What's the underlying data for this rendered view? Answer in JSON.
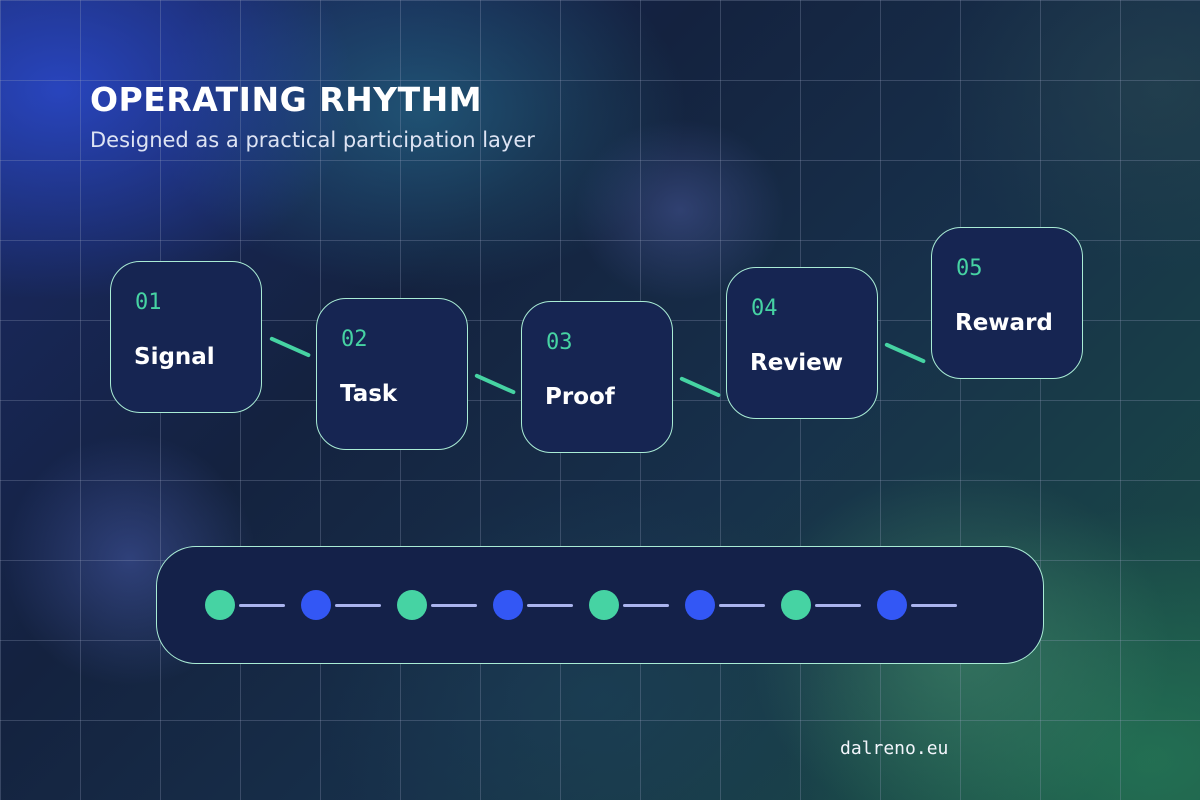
{
  "title": "OPERATING RHYTHM",
  "subtitle": "Designed as a practical participation layer",
  "steps": [
    {
      "number": "01",
      "label": "Signal"
    },
    {
      "number": "02",
      "label": "Task"
    },
    {
      "number": "03",
      "label": "Proof"
    },
    {
      "number": "04",
      "label": "Review"
    },
    {
      "number": "05",
      "label": "Reward"
    }
  ],
  "track_dots": [
    "green",
    "blue",
    "green",
    "blue",
    "green",
    "blue",
    "green",
    "blue"
  ],
  "domain": "dalreno.eu",
  "colors": {
    "accent_green": "#46d3a3",
    "accent_blue": "#3357f5",
    "card_border": "#a9ecd5",
    "card_fill": "#162552"
  }
}
